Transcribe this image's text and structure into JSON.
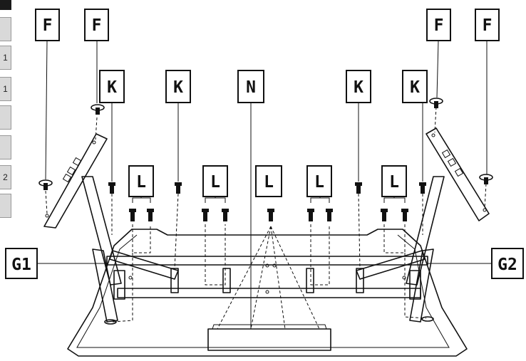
{
  "side_tabs": [
    "",
    "1",
    "1",
    "",
    "",
    "2",
    ""
  ],
  "labels": {
    "F": "F",
    "K": "K",
    "N": "N",
    "L": "L",
    "G1": "G1",
    "G2": "G2"
  }
}
